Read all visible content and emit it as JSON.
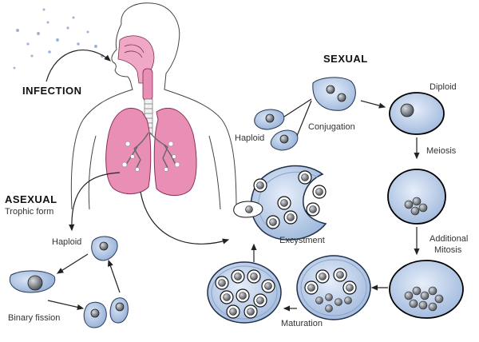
{
  "headings": {
    "infection": "INFECTION",
    "sexual": "SEXUAL",
    "asexual": "ASEXUAL"
  },
  "labels": {
    "trophic_form": "Trophic form",
    "haploid_left": "Haploid",
    "binary_fission": "Binary fission",
    "haploid_right": "Haploid",
    "conjugation": "Conjugation",
    "diploid": "Diploid",
    "meiosis": "Meiosis",
    "additional": "Additional",
    "mitosis": "Mitosis",
    "maturation": "Maturation",
    "excystment": "Excystment"
  },
  "colors": {
    "lung_pink": "#e98fb6",
    "cyst_blue": "#c9d9ef",
    "troph_blue": "#b6cbe8",
    "outline": "#1f2f4a"
  }
}
